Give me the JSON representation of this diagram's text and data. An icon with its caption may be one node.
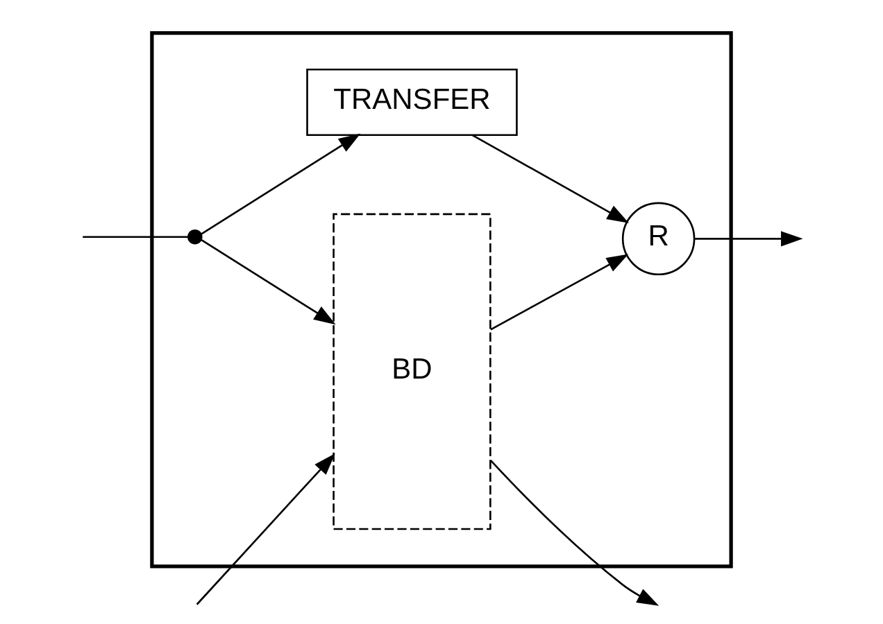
{
  "diagram": {
    "nodes": [
      {
        "text": [],
        "shape": "box"
      },
      {
        "text": [
          "BD"
        ],
        "in": 0
      },
      {
        "text": [],
        "shape": "dot",
        "in": 0
      },
      {
        "text": [
          "TRANSFER"
        ],
        "in": 0
      },
      {
        "text": [
          "R"
        ],
        "in": 0
      }
    ],
    "edges": [
      {
        "from": null,
        "to": 2,
        "arrow": "none"
      },
      {
        "from": 2,
        "to": 1,
        "arrow": "to"
      },
      {
        "from": 2,
        "to": 3,
        "arrow": "to"
      },
      {
        "from": 1,
        "to": null,
        "arrow": "to"
      },
      {
        "from": null,
        "to": 1,
        "arrow": "to"
      },
      {
        "from": 1,
        "to": 4,
        "arrow": "to"
      },
      {
        "from": 3,
        "to": 4,
        "arrow": "to"
      },
      {
        "from": 4,
        "to": null,
        "arrow": "to"
      }
    ]
  }
}
